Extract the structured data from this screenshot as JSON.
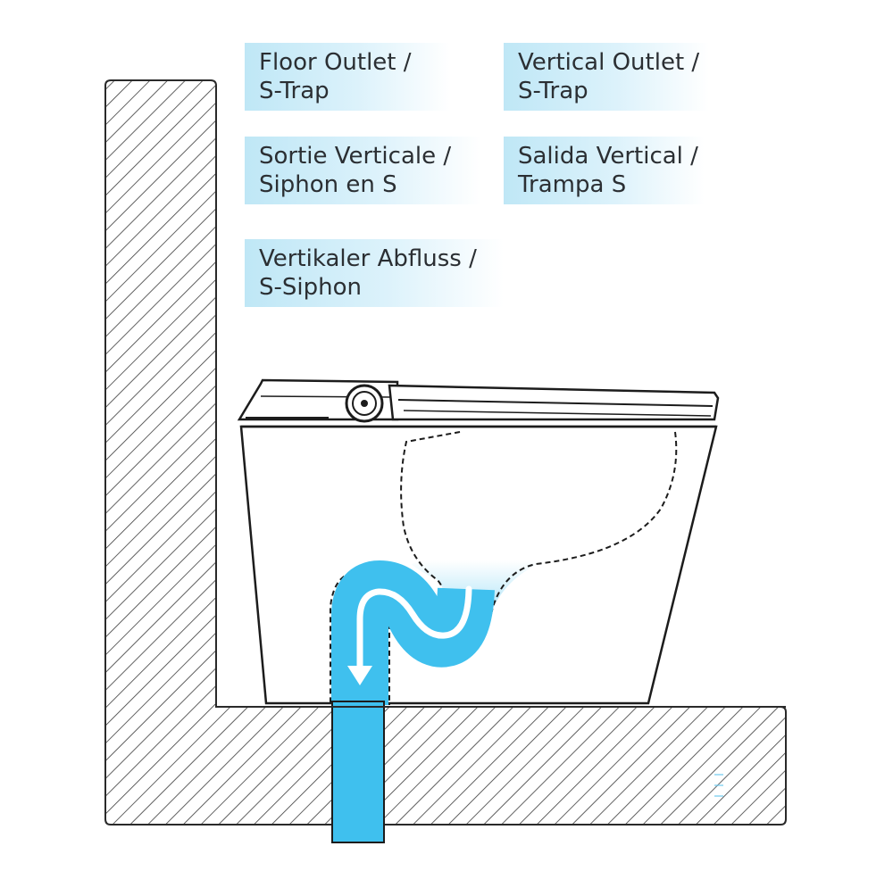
{
  "labels": [
    {
      "line1": "Floor Outlet /",
      "line2": "S-Trap"
    },
    {
      "line1": "Vertical Outlet /",
      "line2": "S-Trap"
    },
    {
      "line1": "Sortie Verticale /",
      "line2": "Siphon en S"
    },
    {
      "line1": "Salida Vertical /",
      "line2": "Trampa S"
    },
    {
      "line1": "Vertikaler Abfluss /",
      "line2": "S-Siphon"
    }
  ],
  "colors": {
    "pipe": "#3fc0ee",
    "water": "#8fd8f4",
    "outline": "#1c1c1c",
    "hatch": "#3a3a3a",
    "label_bg": "#bfe7f6",
    "arrow": "#ffffff"
  },
  "icons": [
    "control-knob-icon",
    "flow-arrow-icon"
  ]
}
